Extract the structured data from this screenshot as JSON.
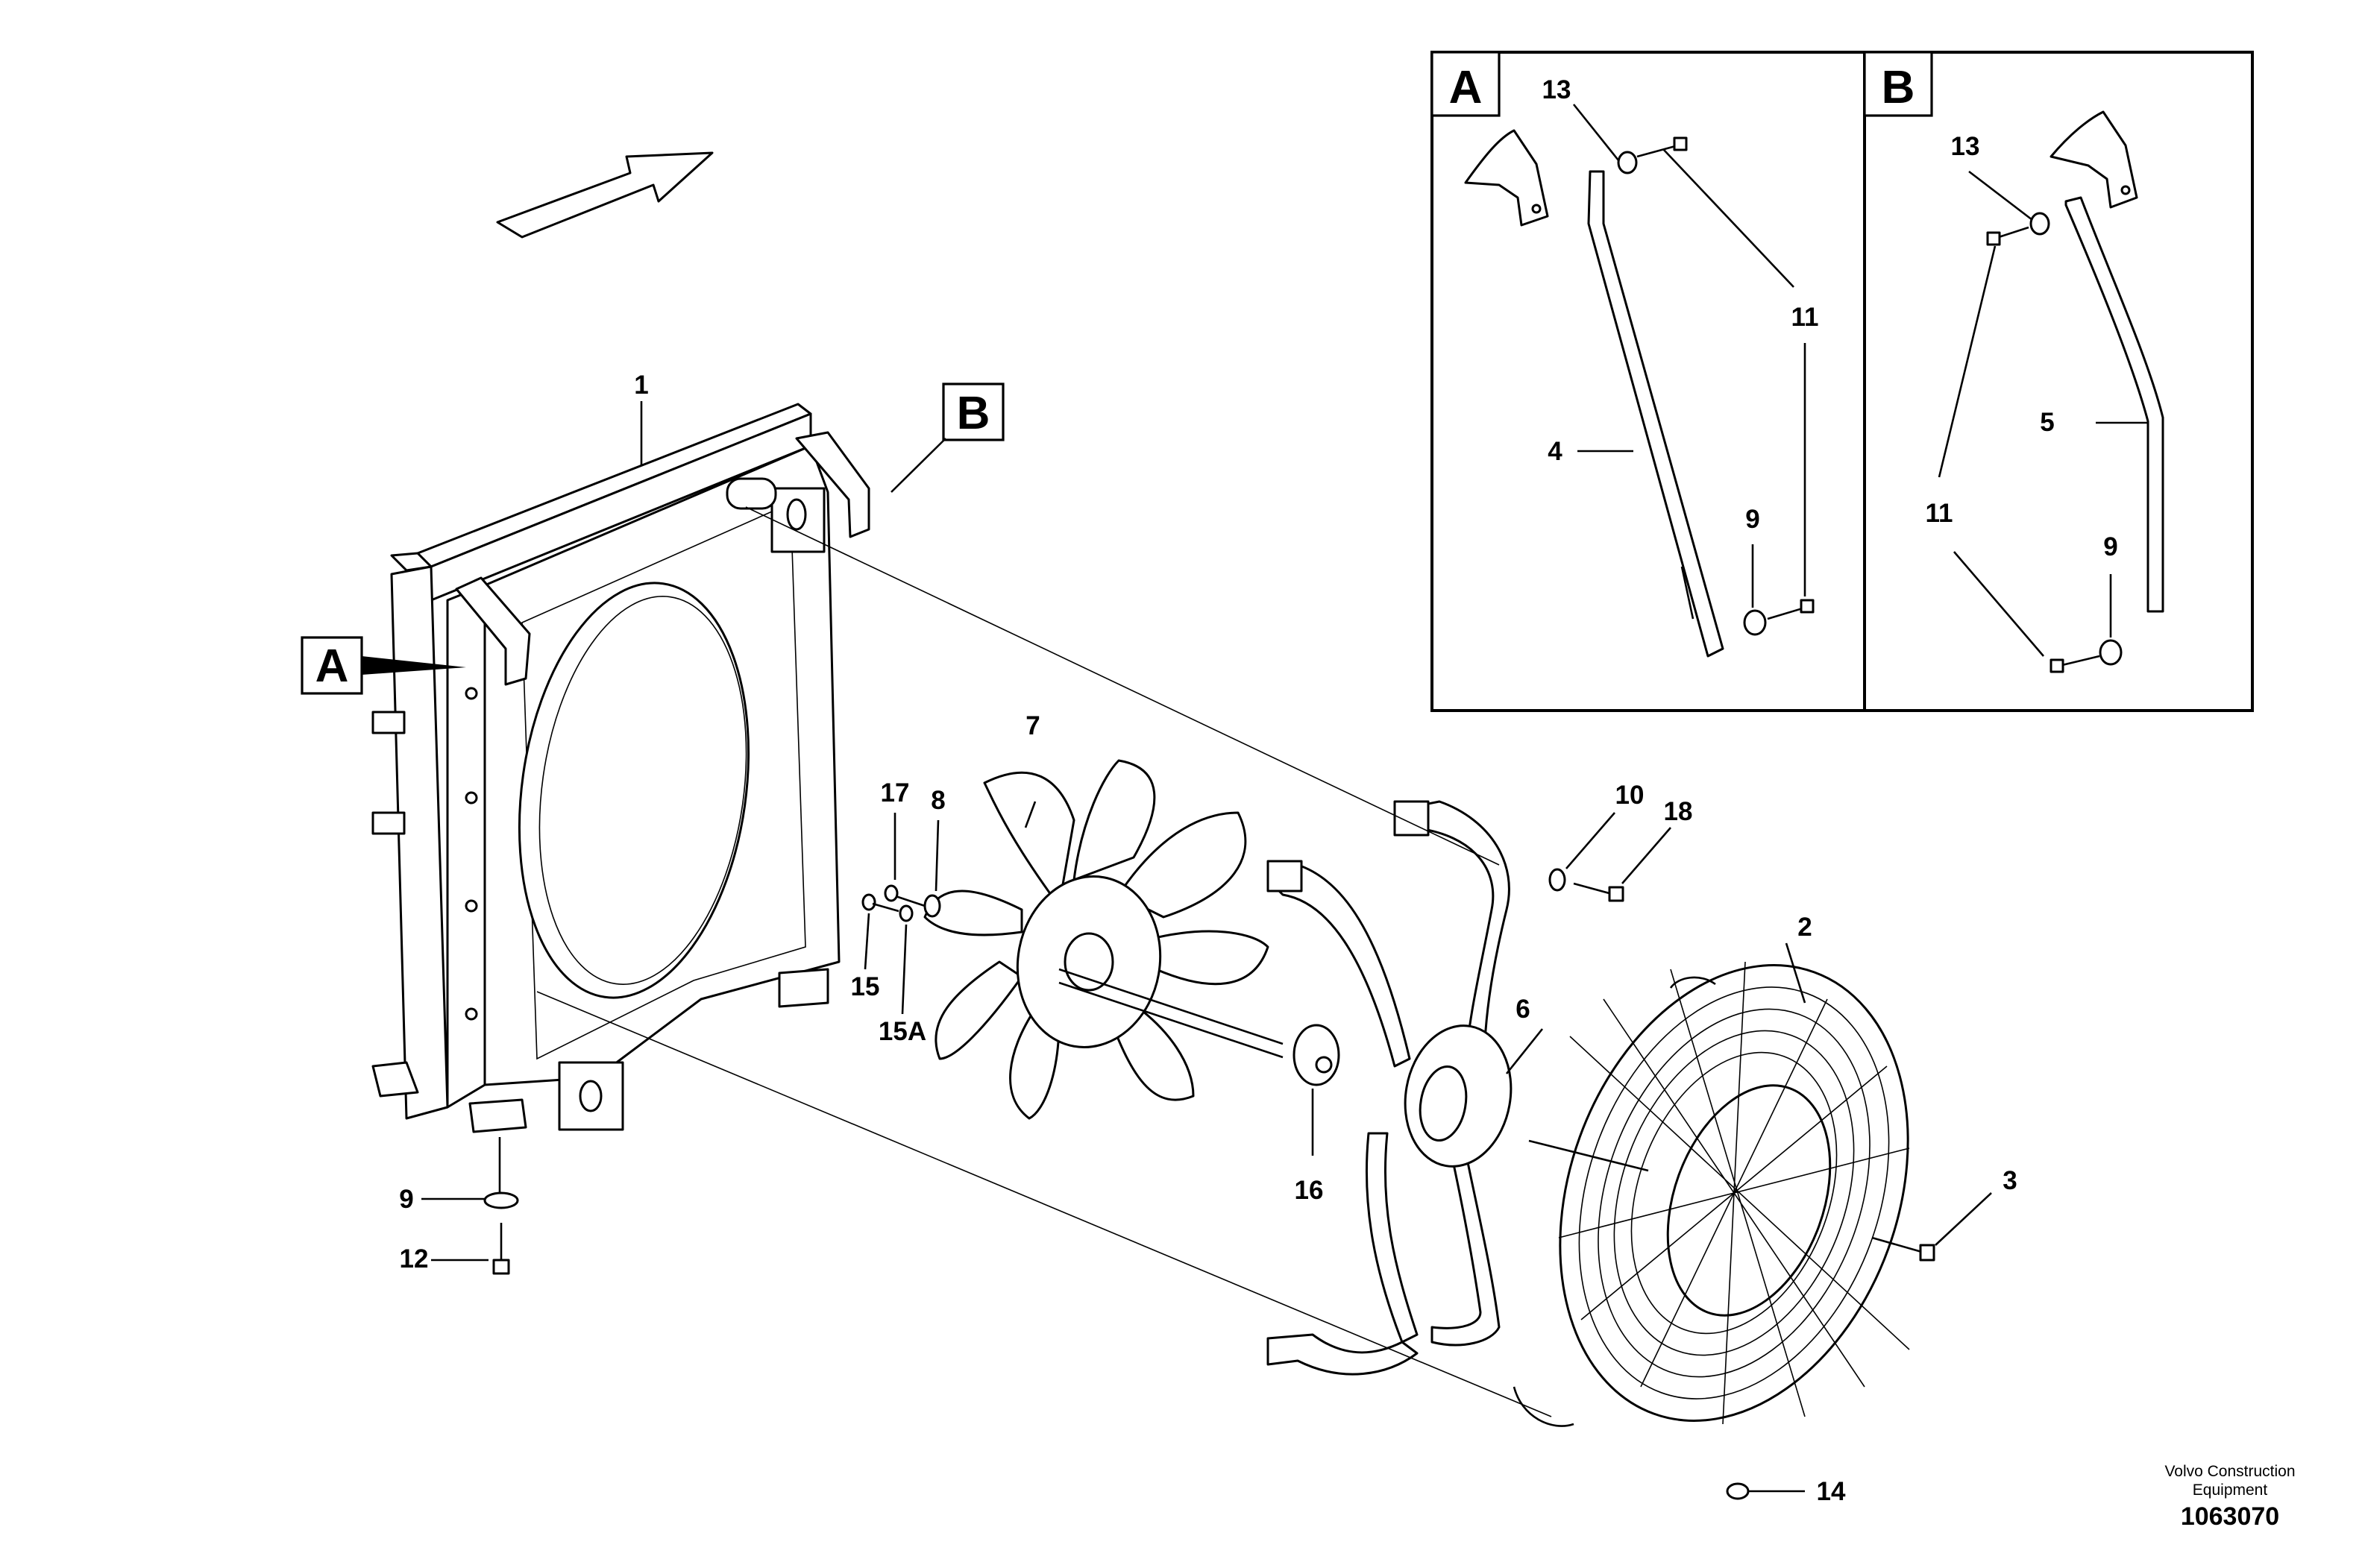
{
  "diagram": {
    "part_labels": {
      "p1": "1",
      "p2": "2",
      "p3": "3",
      "p4": "4",
      "p5": "5",
      "p6": "6",
      "p7": "7",
      "p8": "8",
      "p9_main": "9",
      "p9_a": "9",
      "p9_b": "9",
      "p10": "10",
      "p11_a": "11",
      "p11_b": "11",
      "p12": "12",
      "p13_a": "13",
      "p13_b": "13",
      "p14": "14",
      "p15": "15",
      "p15a": "15A",
      "p16": "16",
      "p17": "17",
      "p18": "18"
    },
    "callouts": {
      "a_main": "A",
      "b_main": "B",
      "a_detail": "A",
      "b_detail": "B"
    }
  },
  "footer": {
    "company_line1": "Volvo Construction",
    "company_line2": "Equipment",
    "drawing_id": "1063070"
  }
}
